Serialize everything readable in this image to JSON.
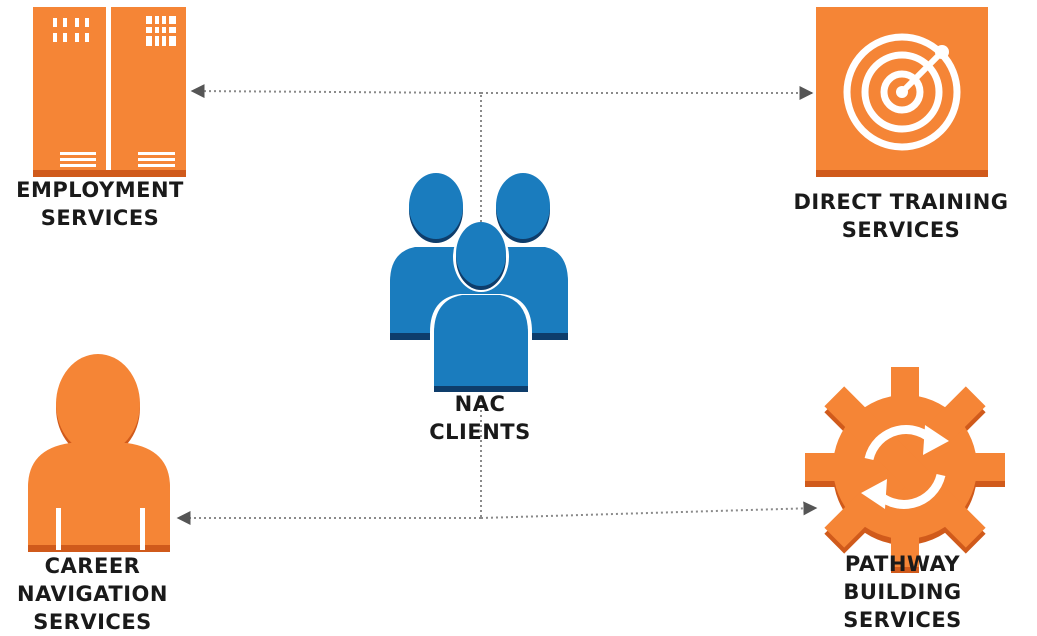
{
  "nodes": {
    "employment": {
      "line1": "EMPLOYMENT",
      "line2": "SERVICES",
      "icon": "building-icon"
    },
    "direct": {
      "line1": "DIRECT TRAINING",
      "line2": "SERVICES",
      "icon": "target-icon"
    },
    "nac": {
      "line1": "NAC",
      "line2": "CLIENTS",
      "icon": "users-group-icon"
    },
    "career": {
      "line1": "CAREER",
      "line2": "NAVIGATION",
      "line3": "SERVICES",
      "icon": "user-icon"
    },
    "pathway": {
      "line1": "PATHWAY",
      "line2": "BUILDING",
      "line3": "SERVICES",
      "icon": "gear-sync-icon"
    }
  },
  "colors": {
    "orange": "#f58536",
    "orange_dark": "#d05a1b",
    "blue": "#1a7cbe",
    "blue_dark": "#0e3d6b",
    "connector": "#888888",
    "arrow": "#555555"
  }
}
